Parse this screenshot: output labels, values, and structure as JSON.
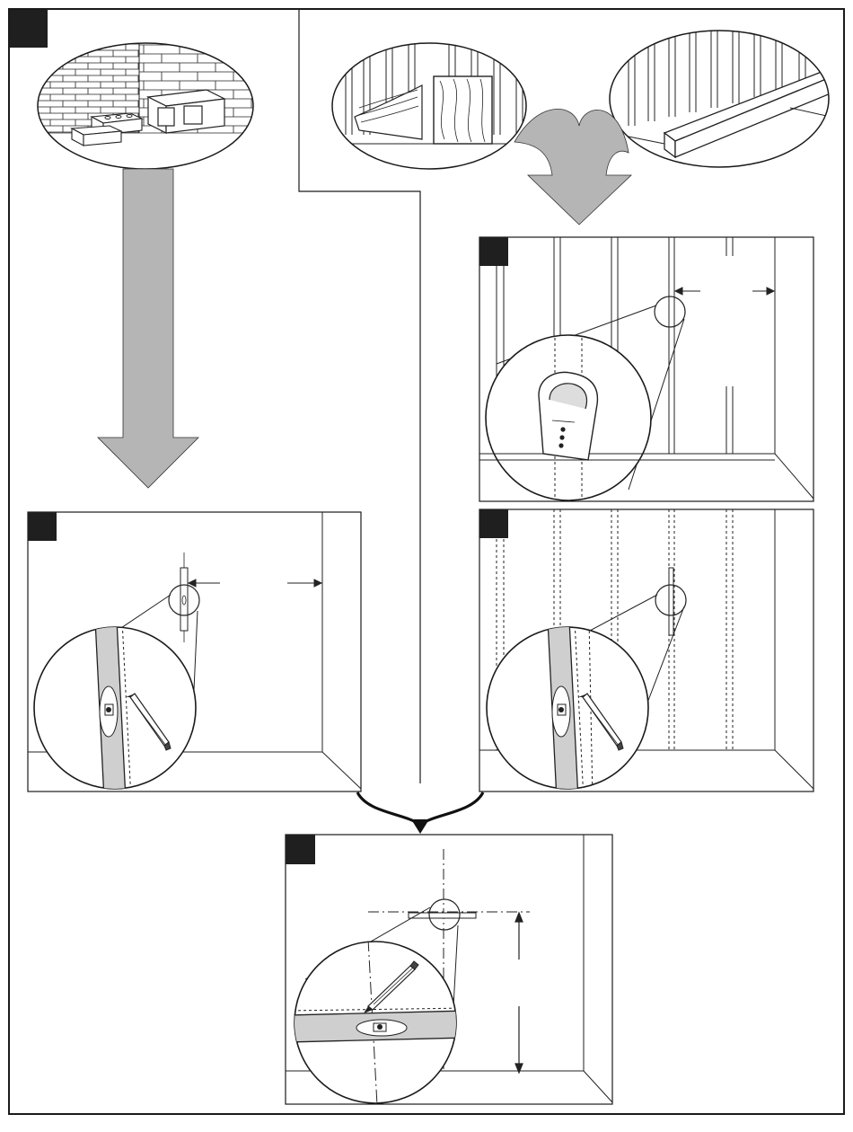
{
  "steps": [
    {
      "id": "1",
      "label": ""
    },
    {
      "id": "2",
      "label": ""
    },
    {
      "id": "3",
      "label": ""
    },
    {
      "id": "4",
      "label": ""
    },
    {
      "id": "5",
      "label": ""
    },
    {
      "id": "6",
      "label": ""
    }
  ],
  "colors": {
    "line": "#1a1a1a",
    "arrow_fill": "#b5b5b5",
    "level_fill": "#cfcfcf",
    "badge": "#1f1f1f",
    "paper": "#ffffff"
  },
  "icons": [
    "brick-wall-icon",
    "cinder-block-icon",
    "wood-stud-wall-icon",
    "metal-stud-icon",
    "stud-finder-icon",
    "level-icon",
    "pencil-icon",
    "dimension-arrow-icon"
  ]
}
